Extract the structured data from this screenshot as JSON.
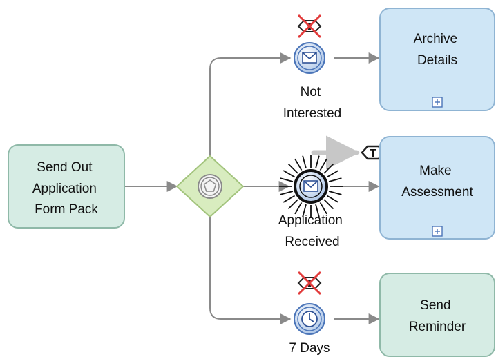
{
  "colors": {
    "task_green_fill": "#d6ece4",
    "task_green_stroke": "#8fb9a8",
    "subprocess_blue_fill": "#cfe6f6",
    "subprocess_blue_stroke": "#8fb4d3",
    "gateway_fill": "#d8ecbf",
    "gateway_stroke": "#a3c47d",
    "flow_line": "#8a8a8a",
    "event_blue": "#4a74b8",
    "cancel_red": "#e23b3b"
  },
  "tasks": {
    "send_out": {
      "lines": [
        "Send Out",
        "Application",
        "Form Pack"
      ]
    },
    "archive": {
      "lines": [
        "Archive",
        "Details"
      ]
    },
    "make_assessment": {
      "lines": [
        "Make",
        "Assessment"
      ]
    },
    "send_reminder": {
      "lines": [
        "Send",
        "Reminder"
      ]
    }
  },
  "events": {
    "not_interested": {
      "lines": [
        "Not",
        "Interested"
      ],
      "icon": "envelope-icon"
    },
    "application_received": {
      "lines": [
        "Application",
        "Received"
      ],
      "icon": "envelope-icon"
    },
    "seven_days": {
      "lines": [
        "7 Days"
      ],
      "icon": "clock-icon"
    }
  },
  "gateway": {
    "icon": "pentagon-icon"
  },
  "token_marker": {
    "text": "T"
  }
}
